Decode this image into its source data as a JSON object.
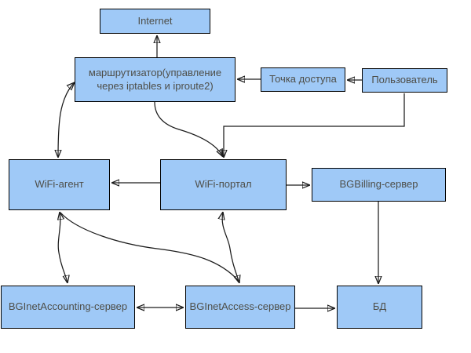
{
  "colors": {
    "background": "#ffffff",
    "node_fill": "#9fc9f7",
    "node_border": "#000000",
    "connector": "#1c1c1c",
    "text": "#4e4e48"
  },
  "nodes": {
    "internet": {
      "label": "Internet"
    },
    "router": {
      "label_line1": "маршрутизатор(управление",
      "label_line2": "через iptables и iproute2)"
    },
    "access_point": {
      "label": "Точка доступа"
    },
    "user": {
      "label": "Пользователь"
    },
    "wifi_agent": {
      "label": "WiFi-агент"
    },
    "wifi_portal": {
      "label": "WiFi-портал"
    },
    "bgbilling_server": {
      "label": "BGBilling-сервер"
    },
    "bginetaccounting_server": {
      "label": "BGInetAccounting-сервер"
    },
    "bginetaccess_server": {
      "label": "BGInetAccess-сервер"
    },
    "db": {
      "label": "БД"
    }
  },
  "edges": [
    {
      "from": "router",
      "to": "internet",
      "direction": "one-way"
    },
    {
      "from": "access_point",
      "to": "router",
      "direction": "one-way"
    },
    {
      "from": "user",
      "to": "access_point",
      "direction": "one-way"
    },
    {
      "from": "user",
      "to": "wifi_portal",
      "direction": "one-way"
    },
    {
      "from": "router",
      "to": "wifi_portal",
      "direction": "one-way"
    },
    {
      "from": "router",
      "to": "wifi_agent",
      "direction": "two-way"
    },
    {
      "from": "wifi_portal",
      "to": "wifi_agent",
      "direction": "one-way"
    },
    {
      "from": "wifi_portal",
      "to": "bgbilling_server",
      "direction": "one-way"
    },
    {
      "from": "bgbilling_server",
      "to": "db",
      "direction": "one-way"
    },
    {
      "from": "wifi_agent",
      "to": "bginetaccounting_server",
      "direction": "two-way"
    },
    {
      "from": "wifi_agent",
      "to": "bginetaccess_server",
      "direction": "two-way"
    },
    {
      "from": "wifi_portal",
      "to": "bginetaccess_server",
      "direction": "two-way"
    },
    {
      "from": "bginetaccounting_server",
      "to": "bginetaccess_server",
      "direction": "two-way"
    },
    {
      "from": "bginetaccess_server",
      "to": "db",
      "direction": "one-way"
    }
  ]
}
